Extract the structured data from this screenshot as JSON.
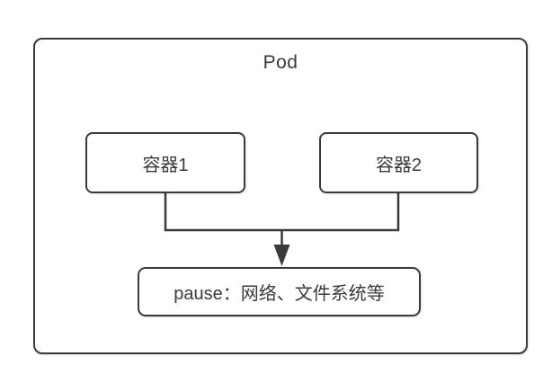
{
  "diagram": {
    "pod": {
      "title": "Pod"
    },
    "containers": [
      {
        "id": "container-1",
        "label": "容器1"
      },
      {
        "id": "container-2",
        "label": "容器2"
      }
    ],
    "pause": {
      "label": "pause：网络、文件系统等"
    },
    "colors": {
      "stroke": "#3a3a3a",
      "text": "#3a3a3a",
      "background": "#ffffff"
    }
  }
}
